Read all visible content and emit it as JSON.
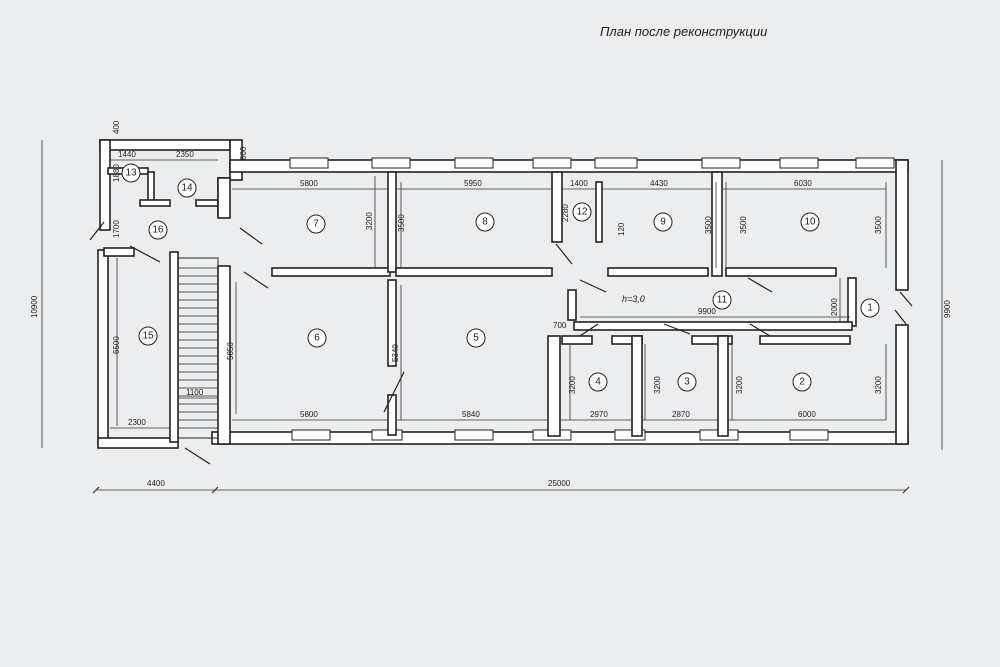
{
  "title": "План после реконструкции",
  "ceiling_height": "h=3,0",
  "rooms": [
    "1",
    "2",
    "3",
    "4",
    "5",
    "6",
    "7",
    "8",
    "9",
    "10",
    "11",
    "12",
    "13",
    "14",
    "15",
    "16"
  ],
  "dimensions": {
    "overall_length": "25000",
    "left_part": "4400",
    "left_height": "10900",
    "right_height": "9900",
    "d_400": "400",
    "d_800": "800",
    "d_1440": "1440",
    "d_2350": "2350",
    "d_1880": "1880",
    "d_1700": "1700",
    "d_6500": "6500",
    "d_2300": "2300",
    "d_1100": "1100",
    "d_5800_top": "5800",
    "d_3200_r7": "3200",
    "d_5850": "5850",
    "d_5800_bottom": "5800",
    "d_5950": "5950",
    "d_3500_r8": "3500",
    "d_5340": "5340",
    "d_5840": "5840",
    "d_1400": "1400",
    "d_2280": "2280",
    "d_120": "120",
    "d_4430": "4430",
    "d_3500_r9": "3500",
    "d_6030": "6030",
    "d_3500_r10a": "3500",
    "d_3500_r10b": "3500",
    "d_9900_corr": "9900",
    "d_2000": "2000",
    "d_700": "700",
    "d_3200_r4": "3200",
    "d_2970": "2970",
    "d_3200_r3": "3200",
    "d_2870": "2870",
    "d_3200_r2a": "3200",
    "d_6000": "6000",
    "d_3200_r2b": "3200"
  }
}
